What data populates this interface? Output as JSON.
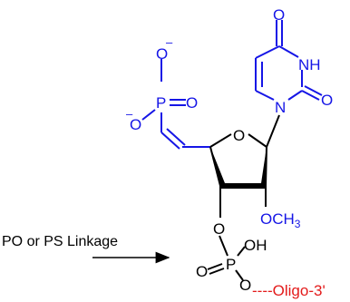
{
  "colors": {
    "blue": "#1515e6",
    "black": "#000000",
    "red": "#e31b1b"
  },
  "base": {
    "top_o": "O",
    "nh": "NH",
    "right_o": "O",
    "n": "N"
  },
  "phosphonate": {
    "top_o": "O",
    "top_charge": "–",
    "p": "P",
    "eq_o": "O",
    "left_o": "O",
    "left_charge": "–"
  },
  "sugar": {
    "ring_o": "O",
    "methoxy_o": "O",
    "methoxy_c": "CH",
    "methoxy_sub": "3"
  },
  "linkage": {
    "label": "PO or PS Linkage",
    "o_ester": "O",
    "p": "P",
    "oh": "OH",
    "eq_o": "O",
    "bottom_o": "O",
    "oligo": "----Oligo-3'"
  }
}
